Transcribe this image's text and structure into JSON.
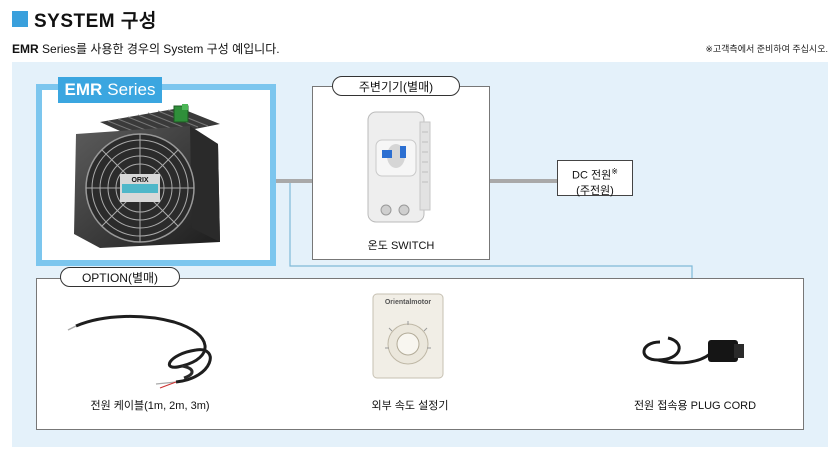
{
  "header": {
    "title": "SYSTEM 구성",
    "intro_model": "EMR",
    "intro_text": "Series를 사용한 경우의 System 구성 예입니다.",
    "note": "※고객측에서 준비하여 주십시오."
  },
  "product": {
    "model": "EMR",
    "series": "Series",
    "device_label": "ORIX"
  },
  "peripheral": {
    "title": "주변기기(별매)",
    "item_caption": "온도 SWITCH"
  },
  "power": {
    "line1": "DC 전원",
    "mark": "※",
    "line2": "(주전원)"
  },
  "option": {
    "title": "OPTION(별매)",
    "items": [
      {
        "caption": "전원 케이블(1m, 2m, 3m)"
      },
      {
        "caption": "외부 속도 설정기",
        "brand": "Orientalmotor"
      },
      {
        "caption": "전원 접속용 PLUG CORD"
      }
    ]
  },
  "colors": {
    "accent": "#3aa0dc",
    "frame": "#7cc6ee",
    "background": "#e4f1fa",
    "connector_line": "#a9a9a9",
    "option_line": "#7fbad8"
  }
}
